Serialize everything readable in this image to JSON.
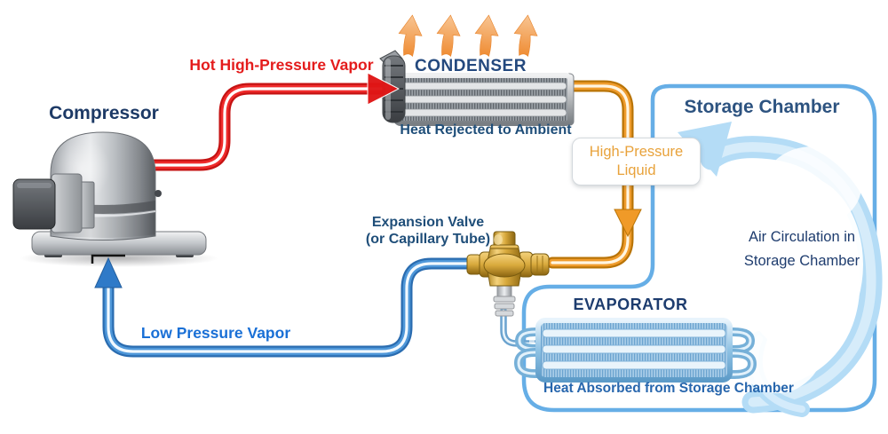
{
  "diagram": {
    "labels": {
      "compressor": "Compressor",
      "condenser": "CONDENSER",
      "condenser_caption": "Heat Rejected to Ambient",
      "evaporator": "EVAPORATOR",
      "evaporator_caption": "Heat Absorbed from Storage Chamber",
      "expansion_valve_line1": "Expansion Valve",
      "expansion_valve_line2": "(or Capillary Tube)",
      "storage_chamber": "Storage Chamber",
      "air_circulation_line1": "Air Circulation in",
      "air_circulation_line2": "Storage Chamber",
      "hot_vapor": "Hot High-Pressure Vapor",
      "low_pressure_vapor": "Low Pressure Vapor",
      "high_pressure_liquid_line1": "High-Pressure",
      "high_pressure_liquid_line2": "Liquid"
    },
    "colors": {
      "hot_vapor_pipe": "#e01616",
      "liquid_pipe": "#f09d2e",
      "vapor_pipe": "#4e97d9",
      "feed_pipe": "#6ba3cf",
      "chamber_border": "#66aee6",
      "air_swirl": "#b4dcf6",
      "heat_arrow": "#ef8c33",
      "brass_valve": "#d8a93c",
      "hot_vapor_text": "#e41c1c",
      "low_pressure_text": "#1a70d6",
      "high_pressure_liquid_text": "#e8a23b",
      "title_navy": "#1d3a66",
      "caption_blue": "#1f4e79"
    }
  }
}
